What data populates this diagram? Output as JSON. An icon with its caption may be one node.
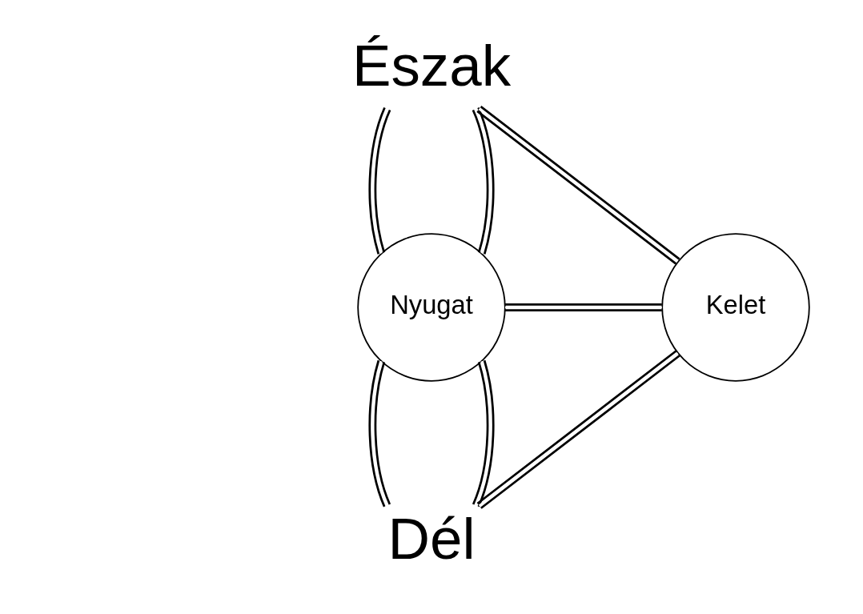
{
  "diagram": {
    "nodes": [
      {
        "text": [
          "Észak"
        ]
      },
      {
        "text": [
          "Nyugat"
        ]
      },
      {
        "text": [
          "Kelet"
        ]
      },
      {
        "text": [
          "Dél"
        ]
      }
    ],
    "edges": [
      {
        "from": 0,
        "to": 1,
        "arrow": "none"
      },
      {
        "from": 0,
        "to": 1,
        "arrow": "none"
      },
      {
        "from": 1,
        "to": 3,
        "arrow": "none"
      },
      {
        "from": 1,
        "to": 3,
        "arrow": "none"
      },
      {
        "from": 1,
        "to": 2,
        "arrow": "none"
      },
      {
        "from": 0,
        "to": 2,
        "arrow": "none"
      },
      {
        "from": 2,
        "to": 3,
        "arrow": "none"
      }
    ]
  }
}
